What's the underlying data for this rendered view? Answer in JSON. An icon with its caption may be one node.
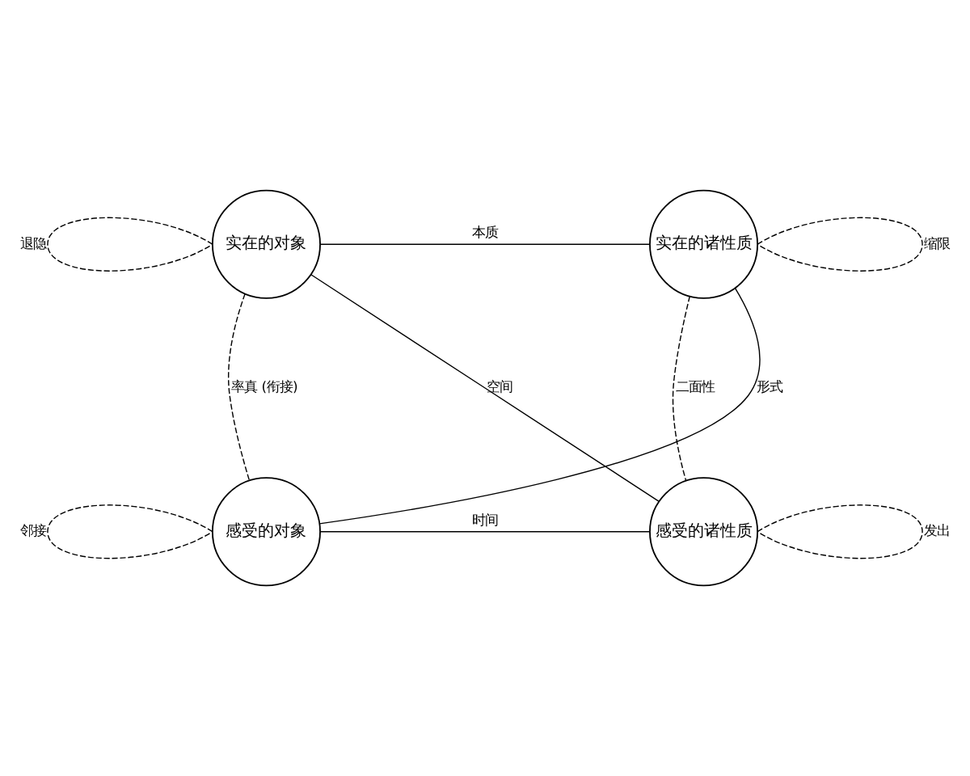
{
  "diagram": {
    "nodes": [
      {
        "text": [
          "实在的对象"
        ]
      },
      {
        "text": [
          "实在的诸性质"
        ]
      },
      {
        "text": [
          "感受的对象"
        ]
      },
      {
        "text": [
          "感受的诸性质"
        ]
      }
    ],
    "edges": [
      {
        "from": 0,
        "to": 0,
        "arrow": "none",
        "style": "dashed",
        "label": "退隐"
      },
      {
        "from": 0,
        "to": 1,
        "arrow": "none",
        "label": "本质"
      },
      {
        "from": 1,
        "to": 1,
        "arrow": "none",
        "style": "dashed",
        "label": "缩限"
      },
      {
        "from": 0,
        "to": 3,
        "arrow": "none",
        "label": "空间"
      },
      {
        "from": 2,
        "to": 1,
        "arrow": "none",
        "label": "形式"
      },
      {
        "from": 0,
        "to": 2,
        "arrow": "none",
        "style": "dashed",
        "label": "率真 (衔接)"
      },
      {
        "from": 1,
        "to": 3,
        "arrow": "none",
        "style": "dashed",
        "label": "二面性"
      },
      {
        "from": 2,
        "to": 2,
        "arrow": "none",
        "style": "dashed",
        "label": "邻接"
      },
      {
        "from": 2,
        "to": 3,
        "arrow": "none",
        "label": "时间"
      },
      {
        "from": 3,
        "to": 3,
        "arrow": "none",
        "style": "dashed",
        "label": "发出"
      }
    ]
  }
}
